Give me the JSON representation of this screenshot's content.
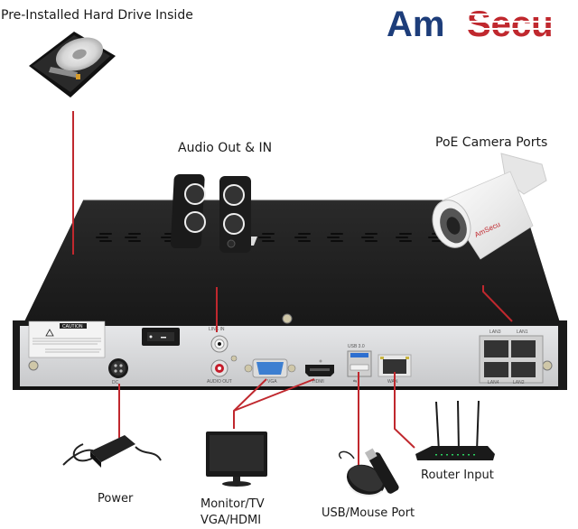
{
  "brand": {
    "logo_part1": "Am",
    "logo_part2": "Secu",
    "color_blue": "#1d3d7a",
    "color_red": "#c0282e",
    "camera_logo": "AmSecu"
  },
  "callouts": {
    "hard_drive": "Pre-Installed Hard Drive Inside",
    "audio": "Audio Out & IN",
    "poe": "PoE Camera Ports",
    "power": "Power",
    "monitor_line1": "Monitor/TV",
    "monitor_line2": "VGA/HDMI",
    "usb": "USB/Mouse Port",
    "router": "Router Input"
  },
  "panel": {
    "caution": "CAUTION",
    "line_in": "LINE IN",
    "audio_out": "AUDIO OUT",
    "vga": "VGA",
    "hdmi": "HDMI",
    "usb30": "USB 3.0",
    "wan": "WAN",
    "lan1": "LAN1",
    "lan2": "LAN2",
    "lan3": "LAN3",
    "lan4": "LAN4",
    "dc": "DC"
  },
  "colors": {
    "leader_line": "#c0282e",
    "chassis": "#1c1c1c",
    "panel": "#d9dadc"
  }
}
